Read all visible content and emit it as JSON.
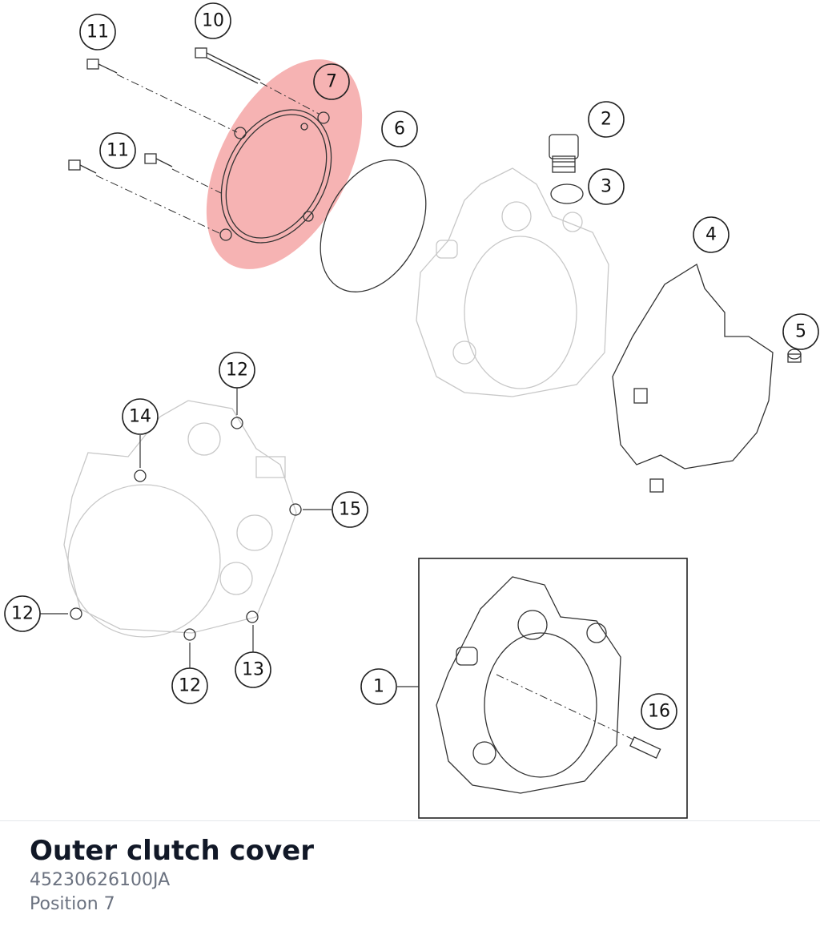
{
  "diagram": {
    "callouts": [
      {
        "id": "c1",
        "text": "1"
      },
      {
        "id": "c2",
        "text": "2"
      },
      {
        "id": "c3",
        "text": "3"
      },
      {
        "id": "c4",
        "text": "4"
      },
      {
        "id": "c5",
        "text": "5"
      },
      {
        "id": "c6",
        "text": "6"
      },
      {
        "id": "c7",
        "text": "7"
      },
      {
        "id": "c10",
        "text": "10"
      },
      {
        "id": "c11a",
        "text": "11"
      },
      {
        "id": "c11b",
        "text": "11"
      },
      {
        "id": "c12a",
        "text": "12"
      },
      {
        "id": "c12b",
        "text": "12"
      },
      {
        "id": "c12c",
        "text": "12"
      },
      {
        "id": "c13",
        "text": "13"
      },
      {
        "id": "c14",
        "text": "14"
      },
      {
        "id": "c15",
        "text": "15"
      },
      {
        "id": "c16",
        "text": "16"
      }
    ],
    "highlight_color": "#f08080",
    "selected_position": "7"
  },
  "caption": {
    "title": "Outer clutch cover",
    "part_number": "45230626100JA",
    "position": "Position 7"
  }
}
